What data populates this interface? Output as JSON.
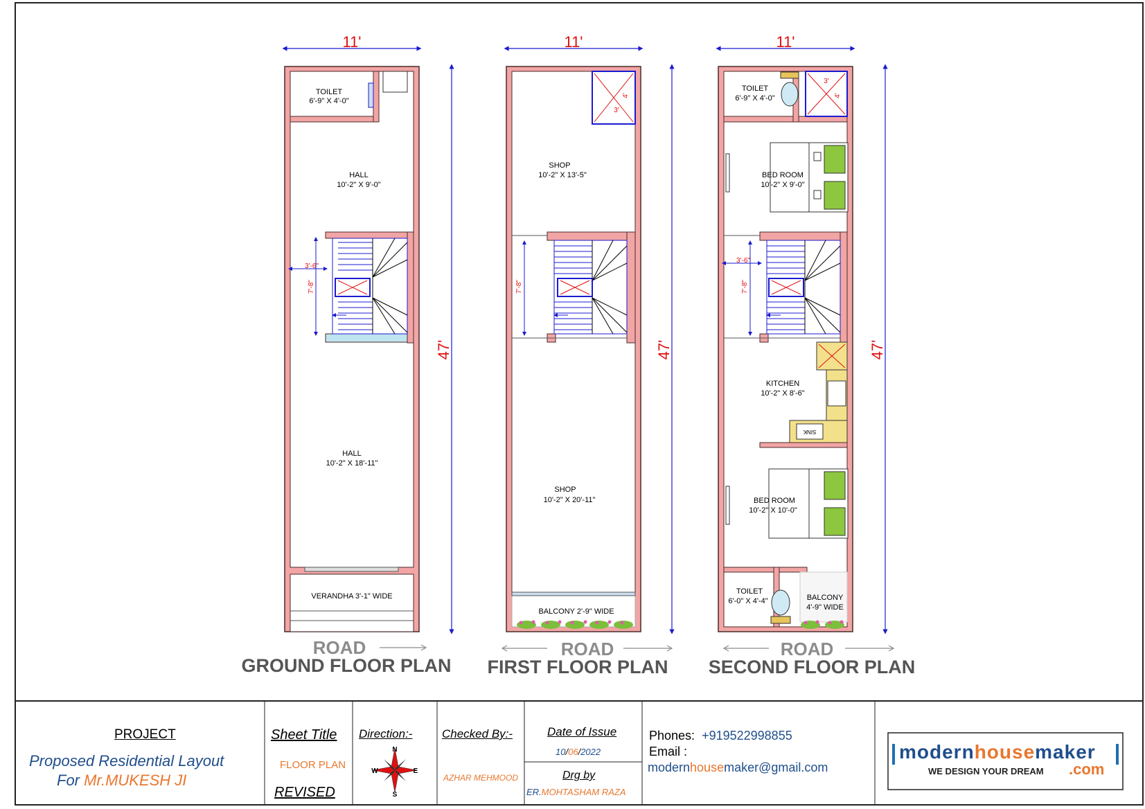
{
  "plans": [
    {
      "title": "GROUND FLOOR PLAN",
      "road": "ROAD",
      "width_dim": "11'",
      "depth_dim": "47'",
      "rooms": [
        {
          "name": "TOILET",
          "size": "6'-9\" X 4'-0\""
        },
        {
          "name": "HALL",
          "size": "10'-2\" X 9'-0\""
        },
        {
          "name": "HALL",
          "size": "10'-2\" X 18'-11\""
        },
        {
          "name": "VERANDHA 3'-1\" WIDE",
          "size": ""
        }
      ],
      "stair_dims": [
        "3'-6\"",
        "7'-8\""
      ]
    },
    {
      "title": "FIRST FLOOR PLAN",
      "road": "ROAD",
      "width_dim": "11'",
      "depth_dim": "47'",
      "rooms": [
        {
          "name": "SHOP",
          "size": "10'-2\" X 13'-5\""
        },
        {
          "name": "SHOP",
          "size": "10'-2\" X 20'-11\""
        },
        {
          "name": "BALCONY 2'-9\" WIDE",
          "size": ""
        }
      ],
      "stair_dims": [
        "7'-8\""
      ],
      "duct_dims": [
        "4'",
        "3'"
      ]
    },
    {
      "title": "SECOND FLOOR PLAN",
      "road": "ROAD",
      "width_dim": "11'",
      "depth_dim": "47'",
      "rooms": [
        {
          "name": "TOILET",
          "size": "6'-9\" X 4'-0\""
        },
        {
          "name": "BED ROOM",
          "size": "10'-2\" X 9'-0\""
        },
        {
          "name": "KITCHEN",
          "size": "10'-2\" X 8'-6\""
        },
        {
          "name": "BED ROOM",
          "size": "10'-2\" X 10'-0\""
        },
        {
          "name": "TOILET",
          "size": "6'-0\" X 4'-4\""
        },
        {
          "name": "BALCONY",
          "size": "4'-9\" WIDE"
        }
      ],
      "stair_dims": [
        "3'-6\"",
        "7'-8\""
      ],
      "duct_dims": [
        "3'",
        "4'"
      ],
      "sink_label": "SINK"
    }
  ],
  "title_block": {
    "project_label": "PROJECT",
    "project_line1": "Proposed Residential Layout",
    "project_line2_prefix": "For ",
    "project_line2_name": "Mr.MUKESH JI",
    "sheet_title_label": "Sheet Title",
    "sheet_title": "FLOOR PLAN",
    "revised": "REVISED",
    "direction_label": "Direction:-",
    "compass": {
      "n": "N",
      "s": "S",
      "e": "E",
      "w": "W"
    },
    "checked_by_label": "Checked By:-",
    "checked_by": "AZHAR MEHMOOD",
    "date_label": "Date of Issue",
    "date_d": "10",
    "date_m": "06",
    "date_y": "2022",
    "drg_by_label": "Drg by",
    "drg_by_prefix": "ER.",
    "drg_by_name": "MOHTASHAM RAZA",
    "phones_label": "Phones:",
    "phone": "+919522998855",
    "email_label": "Email :",
    "email_part1": "modern",
    "email_part2": "house",
    "email_part3": "maker@gmail.com",
    "logo_part1": "modern",
    "logo_part2": "house",
    "logo_part3": "maker",
    "logo_tagline": "WE DESIGN YOUR DREAM",
    "logo_com": ".com"
  },
  "colors": {
    "wall": "#f2a5a5",
    "wall_edge": "#4a2a2a",
    "dimension": "#1a1ad0",
    "dim_text": "#e01010",
    "road": "#8c8c8c",
    "title": "#555555",
    "blue_text": "#1f4e8c",
    "orange_text": "#e8772e",
    "kitchen": "#f3e08a",
    "bed_green": "#8dc63f"
  }
}
